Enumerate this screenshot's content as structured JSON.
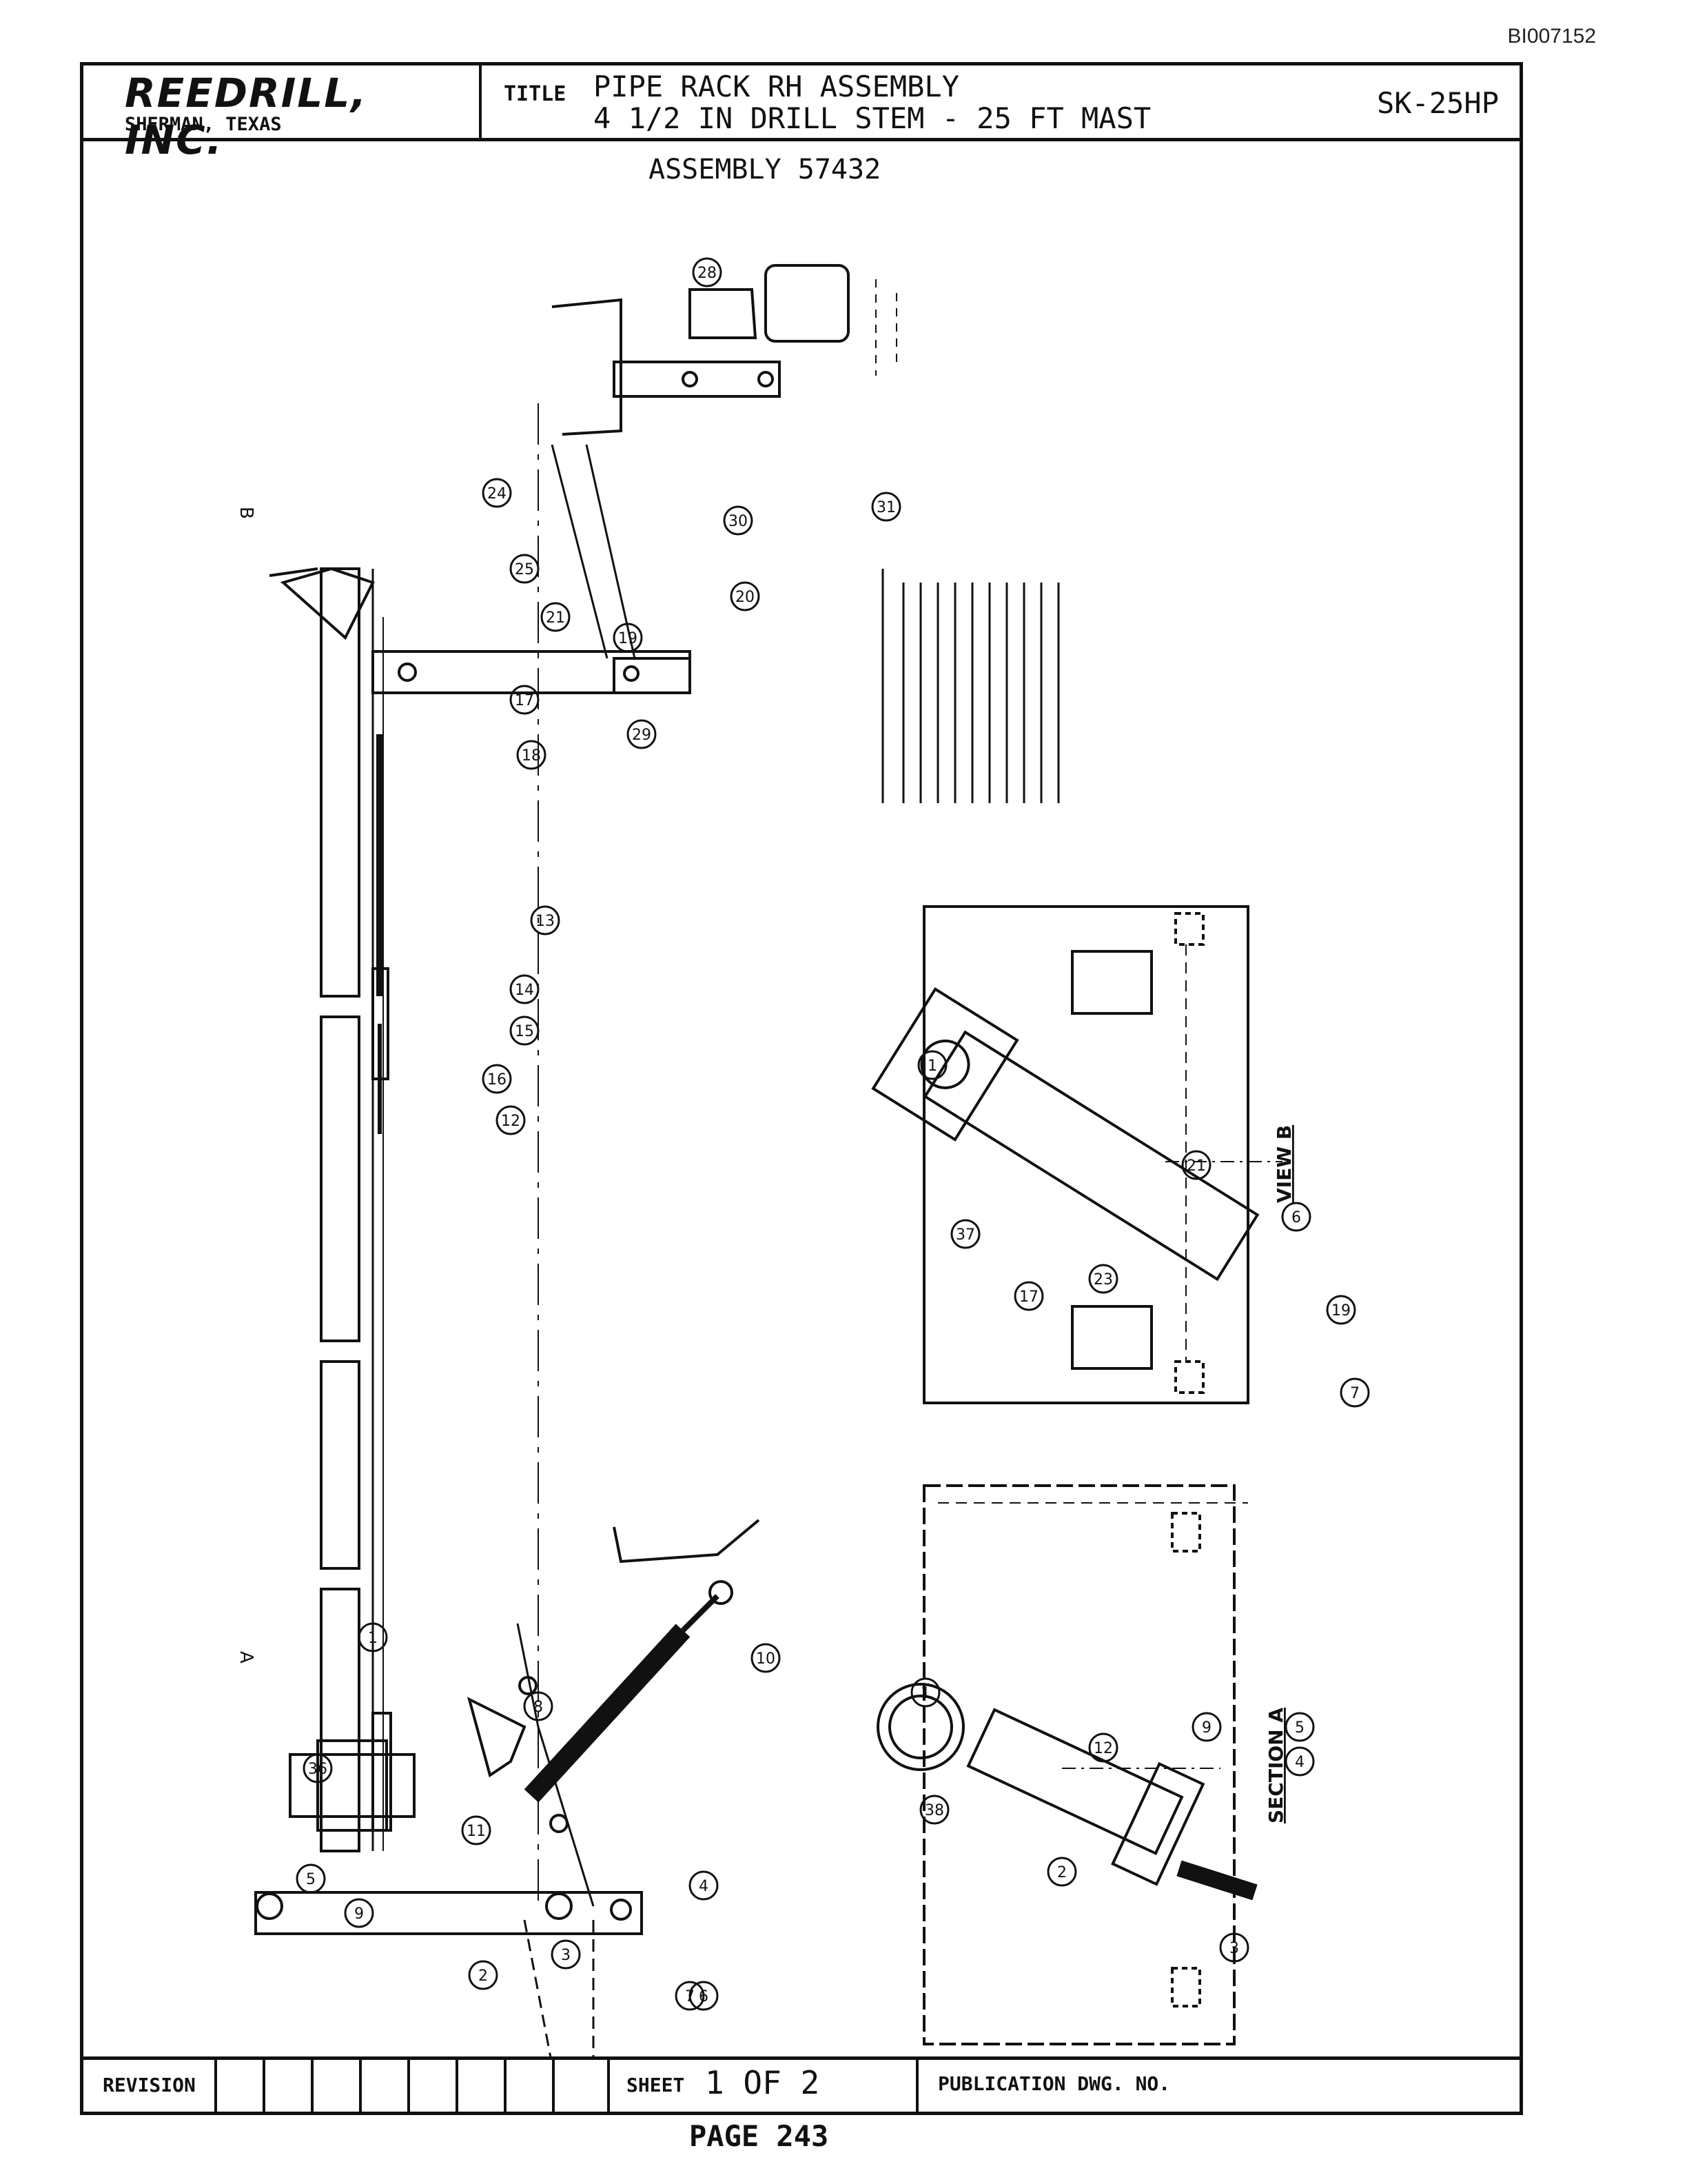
{
  "document_id": "BI007152",
  "title_block": {
    "company_name": "REEDRILL, INC.",
    "company_location": "SHERMAN, TEXAS",
    "title_label": "TITLE",
    "title_line_1": "PIPE RACK RH ASSEMBLY",
    "title_line_2": "4 1/2 IN DRILL STEM - 25 FT MAST",
    "model": "SK-25HP"
  },
  "assembly_label": "ASSEMBLY 57432",
  "views": {
    "view_b": "VIEW B",
    "section_a": "SECTION A",
    "section_marker_a": "A",
    "section_marker_b": "B"
  },
  "callouts_main": [
    "1",
    "2",
    "3",
    "4",
    "5",
    "6",
    "7",
    "8",
    "9",
    "10",
    "11",
    "12",
    "13",
    "14",
    "15",
    "16",
    "17",
    "18",
    "19",
    "20",
    "21",
    "24",
    "25",
    "28",
    "29",
    "30",
    "31",
    "36"
  ],
  "callouts_view_b": [
    "1",
    "17",
    "19",
    "21",
    "23",
    "37",
    "6",
    "7"
  ],
  "callouts_section_a": [
    "1",
    "2",
    "3",
    "4",
    "5",
    "9",
    "12",
    "38"
  ],
  "footer": {
    "revision_label": "REVISION",
    "sheet_label": "SHEET",
    "sheet_value": "1 OF 2",
    "publication_label": "PUBLICATION DWG. NO.",
    "page_label": "PAGE 243"
  },
  "colors": {
    "ink": "#111111",
    "paper": "#ffffff"
  }
}
